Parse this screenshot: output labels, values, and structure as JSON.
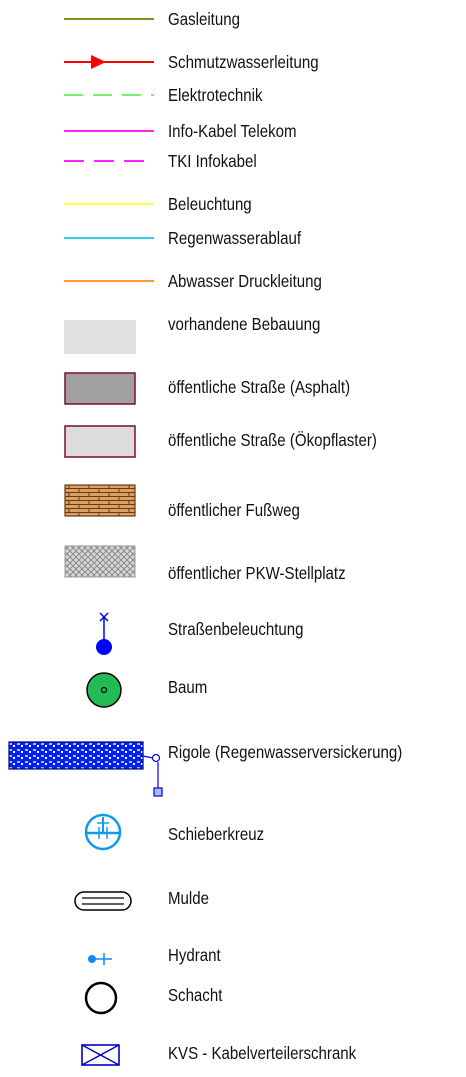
{
  "legend": {
    "items": [
      {
        "label": "Gasleitung",
        "symbol": "solid-line",
        "color": "#8b8b1a"
      },
      {
        "label": "Schmutzwasserleitung",
        "symbol": "arrow-line",
        "color": "#ff0000"
      },
      {
        "label": "Elektrotechnik",
        "symbol": "dashed-line",
        "color": "#44ee44"
      },
      {
        "label": "Info-Kabel Telekom",
        "symbol": "solid-line",
        "color": "#ff22ff"
      },
      {
        "label": "TKI Infokabel",
        "symbol": "dashed-line",
        "color": "#ff22ff"
      },
      {
        "label": "Beleuchtung",
        "symbol": "solid-line",
        "color": "#ffff44"
      },
      {
        "label": "Regenwasserablauf",
        "symbol": "solid-line",
        "color": "#33ccee"
      },
      {
        "label": "Abwasser Druckleitung",
        "symbol": "solid-line",
        "color": "#ff9933"
      },
      {
        "label": "vorhandene Bebauung",
        "symbol": "light-grey-fill",
        "color": "#e0e0e0"
      },
      {
        "label": "öffentliche Straße (Asphalt)",
        "symbol": "dark-grey-box",
        "color": "#a0a0a0"
      },
      {
        "label": "öffentliche Straße (Ökopflaster)",
        "symbol": "light-grey-box",
        "color": "#dcdcdc"
      },
      {
        "label": "öffentlicher Fußweg",
        "symbol": "brick-pattern",
        "color": "#d9a066"
      },
      {
        "label": "öffentlicher PKW-Stellplatz",
        "symbol": "crosshatch-pattern",
        "color": "#b5b5b5"
      },
      {
        "label": "Straßenbeleuchtung",
        "symbol": "street-light-icon",
        "color": "#0000ff"
      },
      {
        "label": "Baum",
        "symbol": "tree-icon",
        "color": "#22bb55"
      },
      {
        "label": "Rigole (Regenwasserversickerung)",
        "symbol": "rigole-icon",
        "color": "#0000ee"
      },
      {
        "label": "Schieberkreuz",
        "symbol": "valve-cross-icon",
        "color": "#33aaff"
      },
      {
        "label": "Mulde",
        "symbol": "swale-icon",
        "color": "#000000"
      },
      {
        "label": "Hydrant",
        "symbol": "hydrant-icon",
        "color": "#1188ff"
      },
      {
        "label": "Schacht",
        "symbol": "manhole-icon",
        "color": "#000000"
      },
      {
        "label": "KVS - Kabelverteilerschrank",
        "symbol": "cabinet-icon",
        "color": "#0000cc"
      }
    ]
  }
}
